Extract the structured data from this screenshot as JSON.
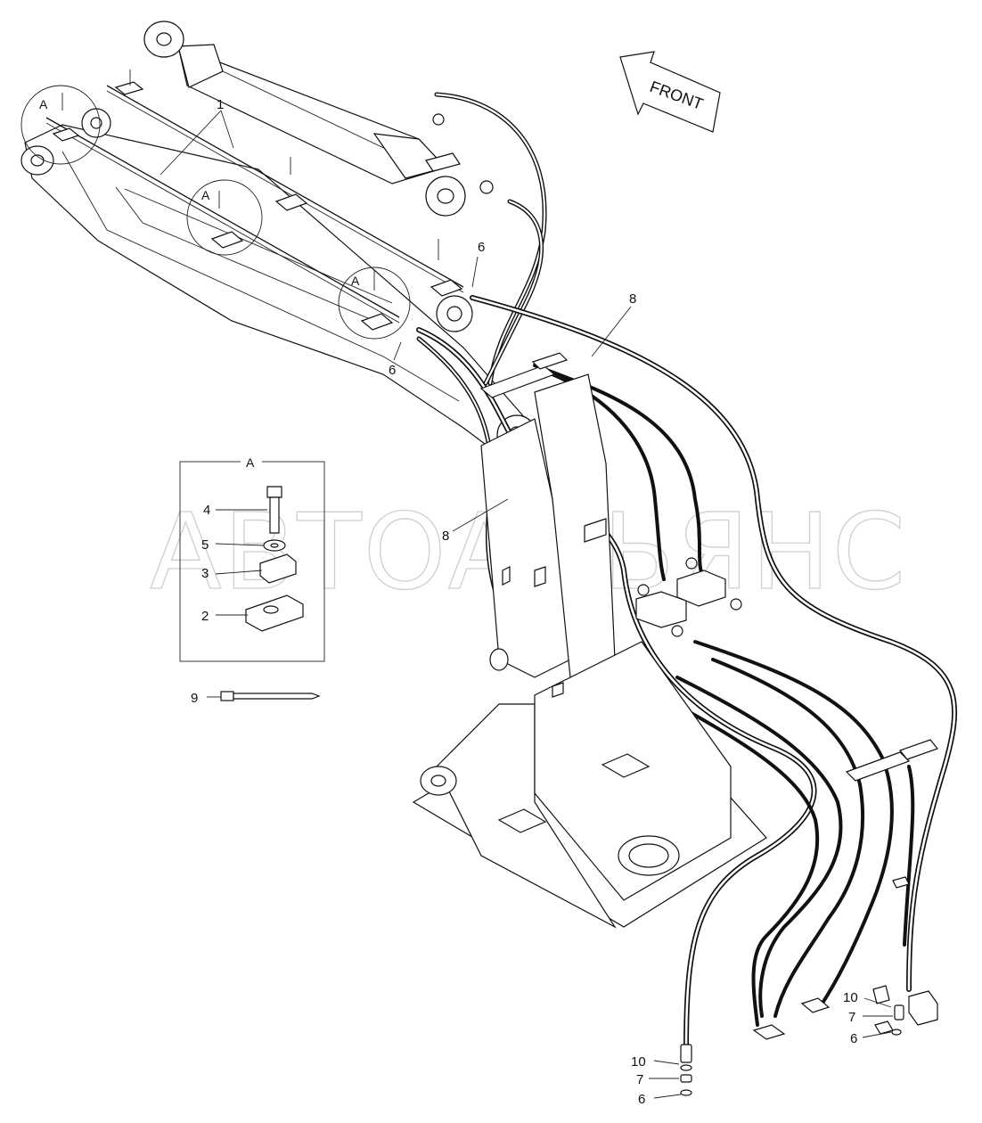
{
  "watermark": "АВТОАЛЬЯНС",
  "front_arrow": {
    "label": "FRONT"
  },
  "detail_view": {
    "title": "A"
  },
  "detail_markers": [
    "A",
    "A",
    "A"
  ],
  "callouts": {
    "c1": "1",
    "c2": "2",
    "c3": "3",
    "c4": "4",
    "c5": "5",
    "c6a": "6",
    "c6b": "6",
    "c6c": "6",
    "c6d": "6",
    "c7a": "7",
    "c7b": "7",
    "c8a": "8",
    "c8b": "8",
    "c9": "9",
    "c10a": "10",
    "c10b": "10"
  },
  "colors": {
    "line": "#111111",
    "watermark": "#cfcfcf",
    "background": "#ffffff"
  }
}
